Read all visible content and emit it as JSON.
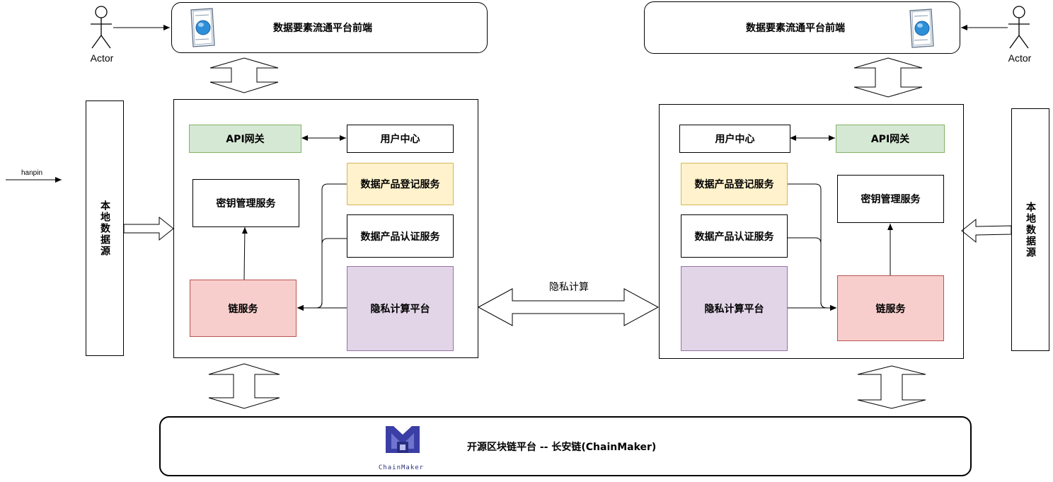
{
  "left": {
    "actor_label": "Actor",
    "frontend_title": "数据要素流通平台前端",
    "local_source": "本地数据源",
    "api_gateway": "API网关",
    "user_center": "用户中心",
    "kms": "密钥管理服务",
    "product_register": "数据产品登记服务",
    "product_cert": "数据产品认证服务",
    "chain_service": "链服务",
    "privacy_platform": "隐私计算平台"
  },
  "right": {
    "actor_label": "Actor",
    "frontend_title": "数据要素流通平台前端",
    "local_source": "本地数据源",
    "api_gateway": "API网关",
    "user_center": "用户中心",
    "kms": "密钥管理服务",
    "product_register": "数据产品登记服务",
    "product_cert": "数据产品认证服务",
    "chain_service": "链服务",
    "privacy_platform": "隐私计算平台"
  },
  "privacy_link_label": "隐私计算",
  "stray_label": "hanpin",
  "blockchain": {
    "title": "开源区块链平台 -- 长安链(ChainMaker)",
    "logo_text": "ChainMaker"
  },
  "colors": {
    "green": "#d5e8d4",
    "yellow": "#fff2cc",
    "red": "#f8cecc",
    "purple": "#e1d5e7",
    "chainmaker": "#3b3fa5"
  }
}
